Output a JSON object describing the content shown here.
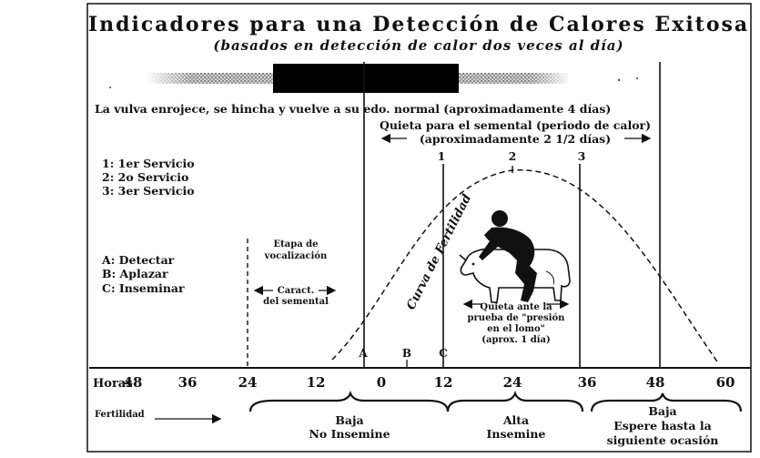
{
  "title": "Indicadores para una Detección de Calores Exitosa",
  "subtitle": "(basados en detección de calor dos veces al día)",
  "vulva_text": "La vulva enrojece, se hincha  y vuelve a su edo. normal (aproximadamente 4 días)",
  "stand_boar_line1": "Quieta para el semental (periodo de calor)",
  "stand_boar_line2": "(aproximadamente 2 1/2 días)",
  "services": [
    "1: 1er Servicio",
    "2: 2o Servicio",
    "3: 3er Servicio"
  ],
  "actions": [
    "A: Detectar",
    "B: Aplazar",
    "C: Inseminar"
  ],
  "vocalization_line1": "Etapa de",
  "vocalization_line2": "vocalización",
  "boar_traits_line1": "Caract.",
  "boar_traits_line2": "del semental",
  "fertility_curve_label": "Curva de Fertilidad",
  "pressure_test_lines": [
    "Quieta ante la",
    "prueba de \"presión",
    "en el lomo\"",
    "(aprox. 1 día)"
  ],
  "service_markers": [
    "1",
    "2",
    "3"
  ],
  "action_markers": [
    "A",
    "B",
    "C"
  ],
  "hours_label": "Horas",
  "hours_ticks": [
    "48",
    "36",
    "24",
    "12",
    "0",
    "12",
    "24",
    "36",
    "48",
    "60"
  ],
  "fertility_label": "Fertilidad",
  "zones": [
    {
      "line1": "Baja",
      "line2": "No Insemine",
      "line3": ""
    },
    {
      "line1": "Alta",
      "line2": "Insemine",
      "line3": ""
    },
    {
      "line1": "Baja",
      "line2": "Espere hasta la",
      "line3": "siguiente ocasión"
    }
  ],
  "icons": {
    "pig": "pig-icon",
    "person": "person-icon"
  },
  "colors": {
    "ink": "#111111",
    "bar_solid": "#000000",
    "bar_gradient": "#888888"
  }
}
